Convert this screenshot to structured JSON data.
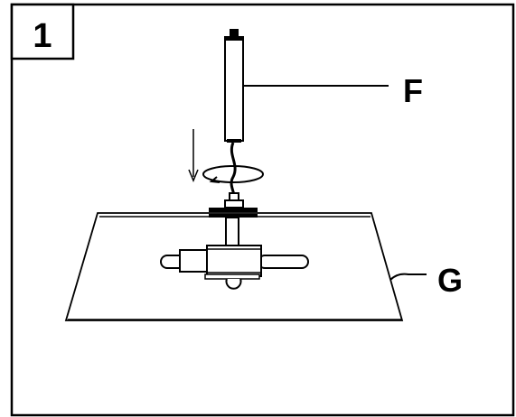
{
  "step": {
    "number": "1"
  },
  "callouts": [
    {
      "id": "F",
      "text": "F"
    },
    {
      "id": "G",
      "text": "G"
    }
  ],
  "colors": {
    "ink": "#000000",
    "paper": "#ffffff"
  }
}
